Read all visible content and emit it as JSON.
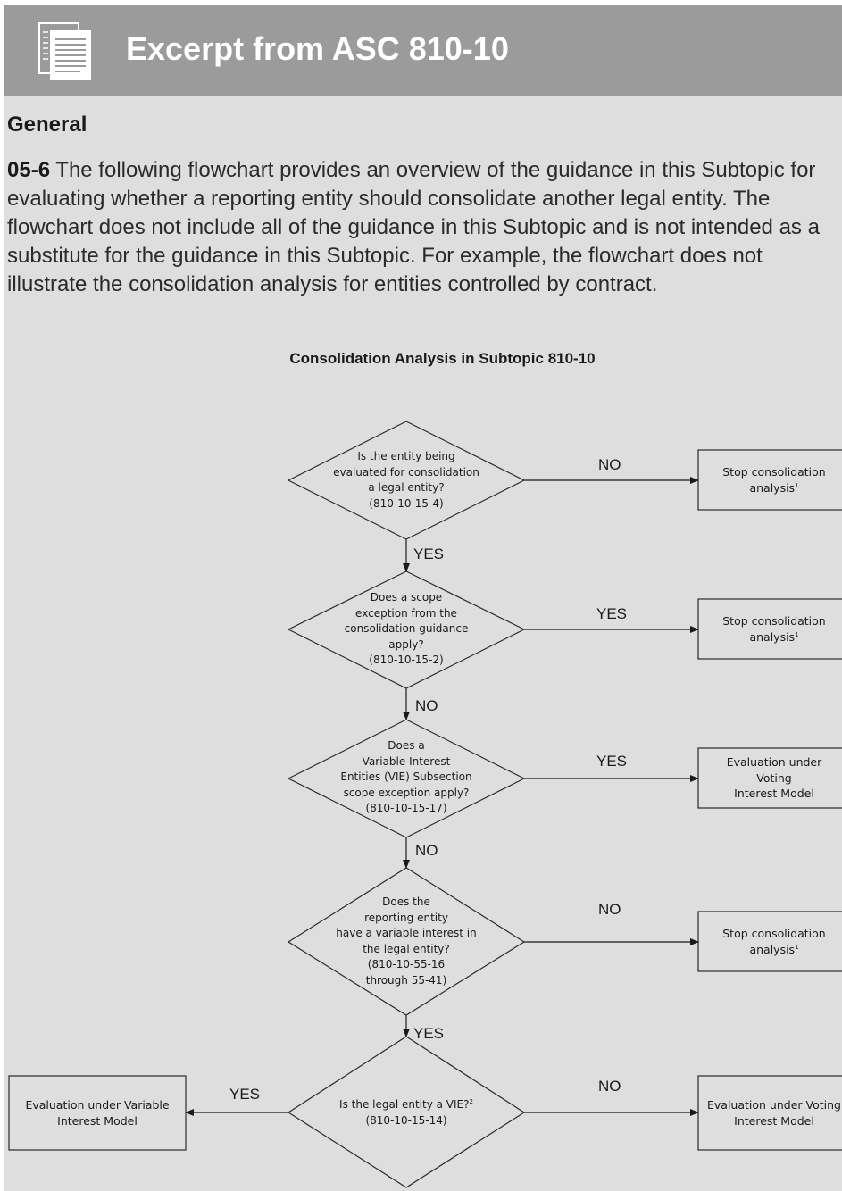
{
  "header": {
    "icon": "document-icon",
    "title": "Excerpt from ASC 810-10"
  },
  "section": {
    "heading": "General",
    "paragraph_number": "05-6",
    "paragraph_text": " The following flowchart provides an overview of the guidance in this Subtopic for evaluating whether a reporting entity should consolidate another legal entity. The flowchart does not include all of the guidance in this Subtopic and is not intended as a substitute for the guidance in this Subtopic. For example, the flowchart does not illustrate the consolidation analysis for entities controlled by contract."
  },
  "flowchart": {
    "title": "Consolidation Analysis in Subtopic 810-10",
    "decisions": [
      {
        "lines": [
          "Is the entity being",
          "evaluated for consolidation",
          "a legal entity?",
          "(810-10-15-4)"
        ]
      },
      {
        "lines": [
          "Does a scope",
          "exception from the",
          "consolidation guidance",
          "apply?",
          "(810-10-15-2)"
        ]
      },
      {
        "lines": [
          "Does a",
          "Variable Interest",
          "Entities (VIE) Subsection",
          "scope exception apply?",
          "(810-10-15-17)"
        ]
      },
      {
        "lines": [
          "Does the",
          "reporting entity",
          "have a variable interest in",
          "the legal entity?",
          "(810-10-55-16",
          "through 55-41)"
        ]
      },
      {
        "line1": "Is the legal entity a VIE?",
        "line1_sup": "2",
        "line2": "(810-10-15-14)"
      }
    ],
    "outcomes": [
      {
        "line1": "Stop consolidation",
        "line2": "analysis",
        "sup": "1"
      },
      {
        "line1": "Stop consolidation",
        "line2": "analysis",
        "sup": "1"
      },
      {
        "lines": [
          "Evaluation under",
          "Voting",
          "Interest Model"
        ]
      },
      {
        "line1": "Stop consolidation",
        "line2": "analysis",
        "sup": "1"
      },
      {
        "lines": [
          "Evaluation under Voting",
          "Interest Model"
        ]
      },
      {
        "lines": [
          "Evaluation under Variable",
          "Interest Model"
        ]
      }
    ],
    "edge_labels": {
      "d1_right": "NO",
      "d1_down": "YES",
      "d2_right": "YES",
      "d2_down": "NO",
      "d3_right": "YES",
      "d3_down": "NO",
      "d4_right": "NO",
      "d4_down": "YES",
      "d5_left": "YES",
      "d5_right": "NO"
    }
  }
}
